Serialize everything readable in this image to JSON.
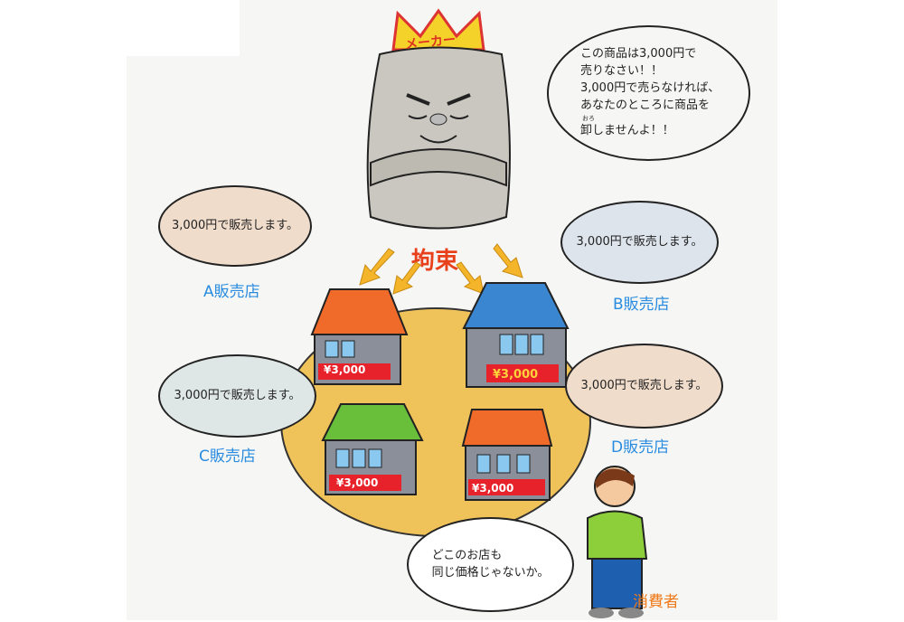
{
  "maker": {
    "crown_label": "メーカー",
    "speech_lines": [
      "この商品は3,000円で",
      "売りなさい！！",
      "3,000円で売らなければ、",
      "あなたのところに商品を",
      "卸しませんよ！！"
    ],
    "ruby": "おろ"
  },
  "restriction_label": "拘束",
  "stores": [
    {
      "name": "A販売店",
      "speech": "3,000円で販売します。",
      "price_tag": "¥3,000",
      "roof_color": "#f06a2a"
    },
    {
      "name": "B販売店",
      "speech": "3,000円で販売します。",
      "price_tag": "¥3,000",
      "roof_color": "#3a86d0"
    },
    {
      "name": "C販売店",
      "speech": "3,000円で販売します。",
      "price_tag": "¥3,000",
      "roof_color": "#6abf3a"
    },
    {
      "name": "D販売店",
      "speech": "3,000円で販売します。",
      "price_tag": "¥3,000",
      "roof_color": "#f06a2a"
    }
  ],
  "consumer": {
    "label": "消費者",
    "speech_lines": [
      "どこのお店も",
      "同じ価格じゃないか。"
    ]
  }
}
